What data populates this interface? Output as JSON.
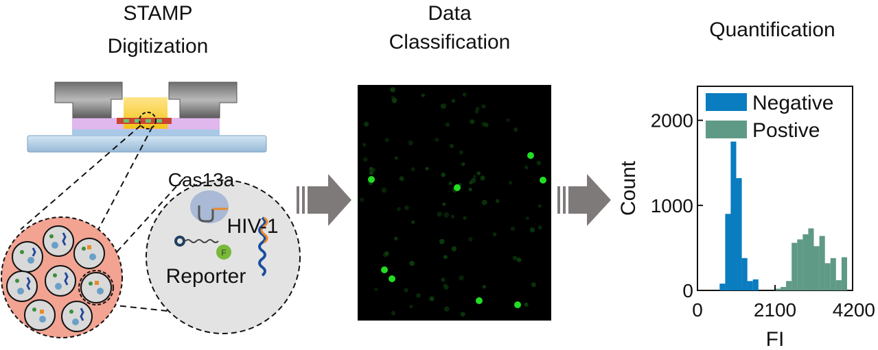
{
  "panels": {
    "digitization": {
      "title_line1": "STAMP",
      "title_line2": "Digitization"
    },
    "classification": {
      "title_line1": "Data",
      "title_line2": "Classification"
    },
    "quantification": {
      "title": "Quantification"
    }
  },
  "labels": {
    "cas13a": "Cas13a",
    "hiv": "HIV-1",
    "reporter": "Reporter",
    "fluor_letter": "F"
  },
  "colors": {
    "negative": "#0a7cc0",
    "positive": "#5f9a86",
    "chamber": "#f2a392",
    "well": "#d9d9d9",
    "microscopy_bg": "#000000",
    "spot": "#22dd22",
    "arrow": "#7f7a7a"
  },
  "chart_data": {
    "type": "bar",
    "xlabel": "FI",
    "ylabel": "Count",
    "xlim": [
      0,
      4200
    ],
    "ylim": [
      0,
      2400
    ],
    "xticks": [
      "0",
      "2100",
      "4200"
    ],
    "yticks": [
      "0",
      "1000",
      "2000"
    ],
    "legend": "top-right",
    "bin_width": 150,
    "series": [
      {
        "name": "Negative",
        "color": "#0a7cc0",
        "bins": [
          {
            "x": 600,
            "value": 80
          },
          {
            "x": 750,
            "value": 900
          },
          {
            "x": 900,
            "value": 1750
          },
          {
            "x": 1050,
            "value": 1320
          },
          {
            "x": 1200,
            "value": 380
          },
          {
            "x": 1350,
            "value": 110
          },
          {
            "x": 1500,
            "value": 130
          }
        ]
      },
      {
        "name": "Postive",
        "color": "#5f9a86",
        "bins": [
          {
            "x": 2100,
            "value": 20
          },
          {
            "x": 2250,
            "value": 40
          },
          {
            "x": 2400,
            "value": 110
          },
          {
            "x": 2550,
            "value": 560
          },
          {
            "x": 2700,
            "value": 600
          },
          {
            "x": 2850,
            "value": 660
          },
          {
            "x": 3000,
            "value": 730
          },
          {
            "x": 3150,
            "value": 520
          },
          {
            "x": 3300,
            "value": 640
          },
          {
            "x": 3450,
            "value": 320
          },
          {
            "x": 3600,
            "value": 380
          },
          {
            "x": 3750,
            "value": 120
          },
          {
            "x": 3900,
            "value": 390
          }
        ]
      }
    ]
  }
}
